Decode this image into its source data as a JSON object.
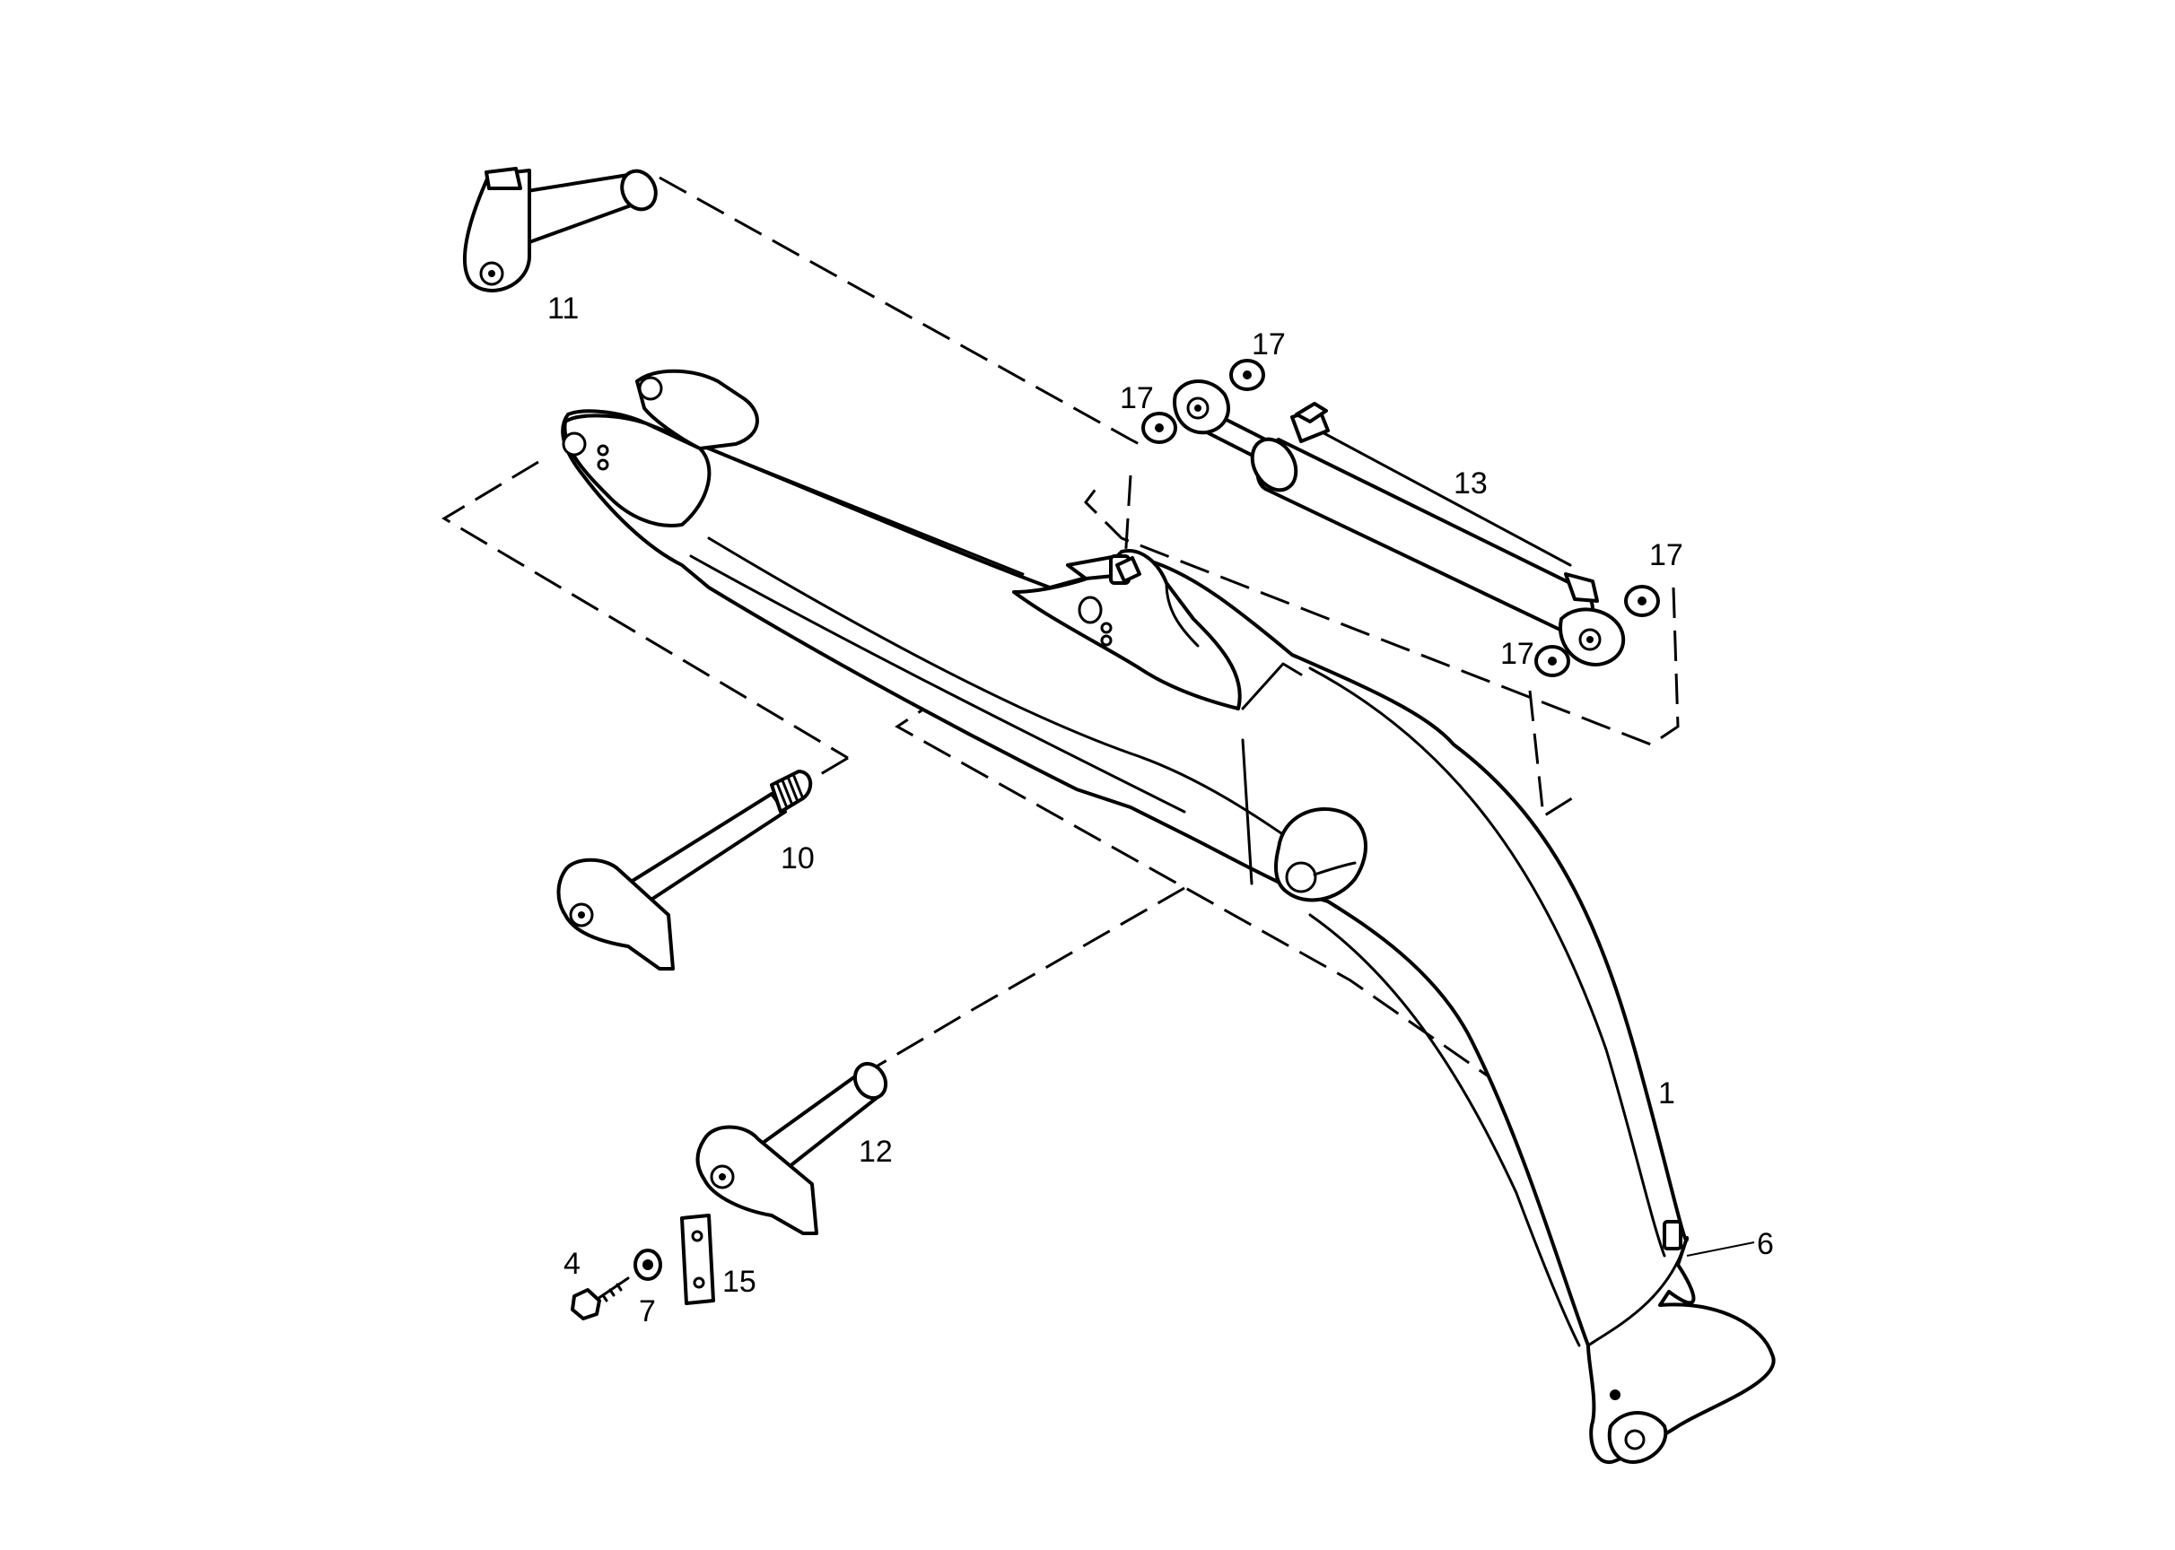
{
  "callouts": {
    "c1": "1",
    "c4": "4",
    "c6": "6",
    "c7": "7",
    "c10": "10",
    "c11": "11",
    "c12": "12",
    "c13": "13",
    "c15": "15",
    "c17a": "17",
    "c17b": "17",
    "c17c": "17",
    "c17d": "17"
  },
  "colors": {
    "ink": "#000000",
    "paper": "#ffffff"
  }
}
